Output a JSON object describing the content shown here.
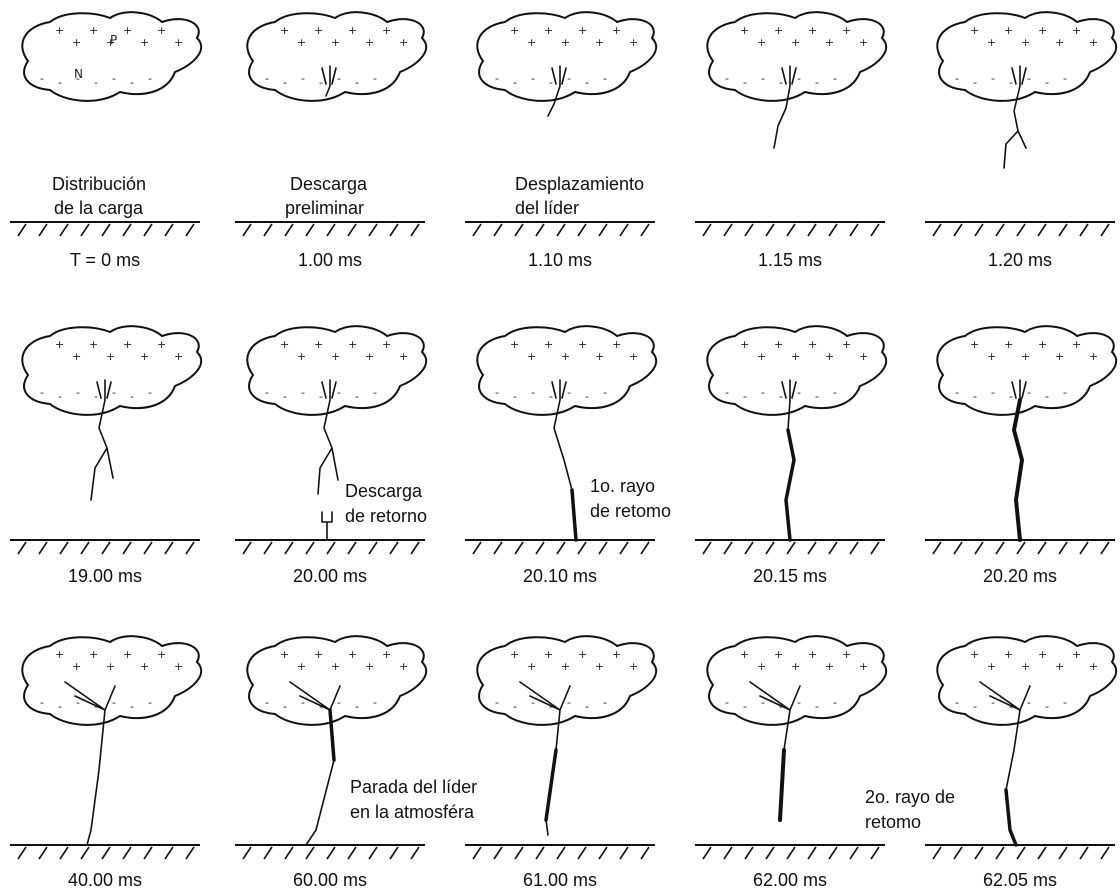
{
  "figure": {
    "panels": [
      {
        "time": "T = 0  ms",
        "caption": [
          "Distribución",
          "de la carga"
        ],
        "charge_labels": [
          "P",
          "N"
        ]
      },
      {
        "time": "1.00  ms",
        "caption": [
          "Descarga",
          "preliminar"
        ]
      },
      {
        "time": "1.10  ms",
        "caption": [
          "Desplazamiento",
          "del líder"
        ]
      },
      {
        "time": "1.15  ms"
      },
      {
        "time": "1.20  ms"
      },
      {
        "time": "19.00  ms"
      },
      {
        "time": "20.00  ms",
        "caption": [
          "Descarga",
          "de retorno"
        ]
      },
      {
        "time": "20.10  ms",
        "caption": [
          "1o. rayo",
          "de retomo"
        ]
      },
      {
        "time": "20.15  ms"
      },
      {
        "time": "20.20  ms"
      },
      {
        "time": "40.00  ms"
      },
      {
        "time": "60.00  ms",
        "caption": [
          "Parada del líder",
          "en la atmosféra"
        ]
      },
      {
        "time": "61.00  ms"
      },
      {
        "time": "62.00  ms"
      },
      {
        "time": "62.05  ms",
        "caption": [
          "2o. rayo de",
          "retomo"
        ]
      }
    ]
  }
}
